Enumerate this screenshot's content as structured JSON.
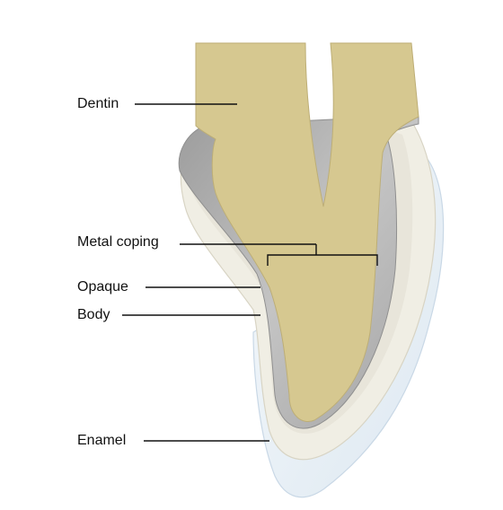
{
  "labels": {
    "dentin": "Dentin",
    "metal_coping": "Metal coping",
    "opaque": "Opaque",
    "body": "Body",
    "enamel": "Enamel"
  },
  "colors": {
    "dentin": "#d7c991",
    "dentin_edge": "#b9aa72",
    "metal": "#a9a9a9",
    "metal_light": "#c8c8c8",
    "opaque": "#efece2",
    "body": "#f2f0e6",
    "enamel": "#e6eef5",
    "enamel_edge": "#c9d8e6",
    "line": "#111111"
  }
}
